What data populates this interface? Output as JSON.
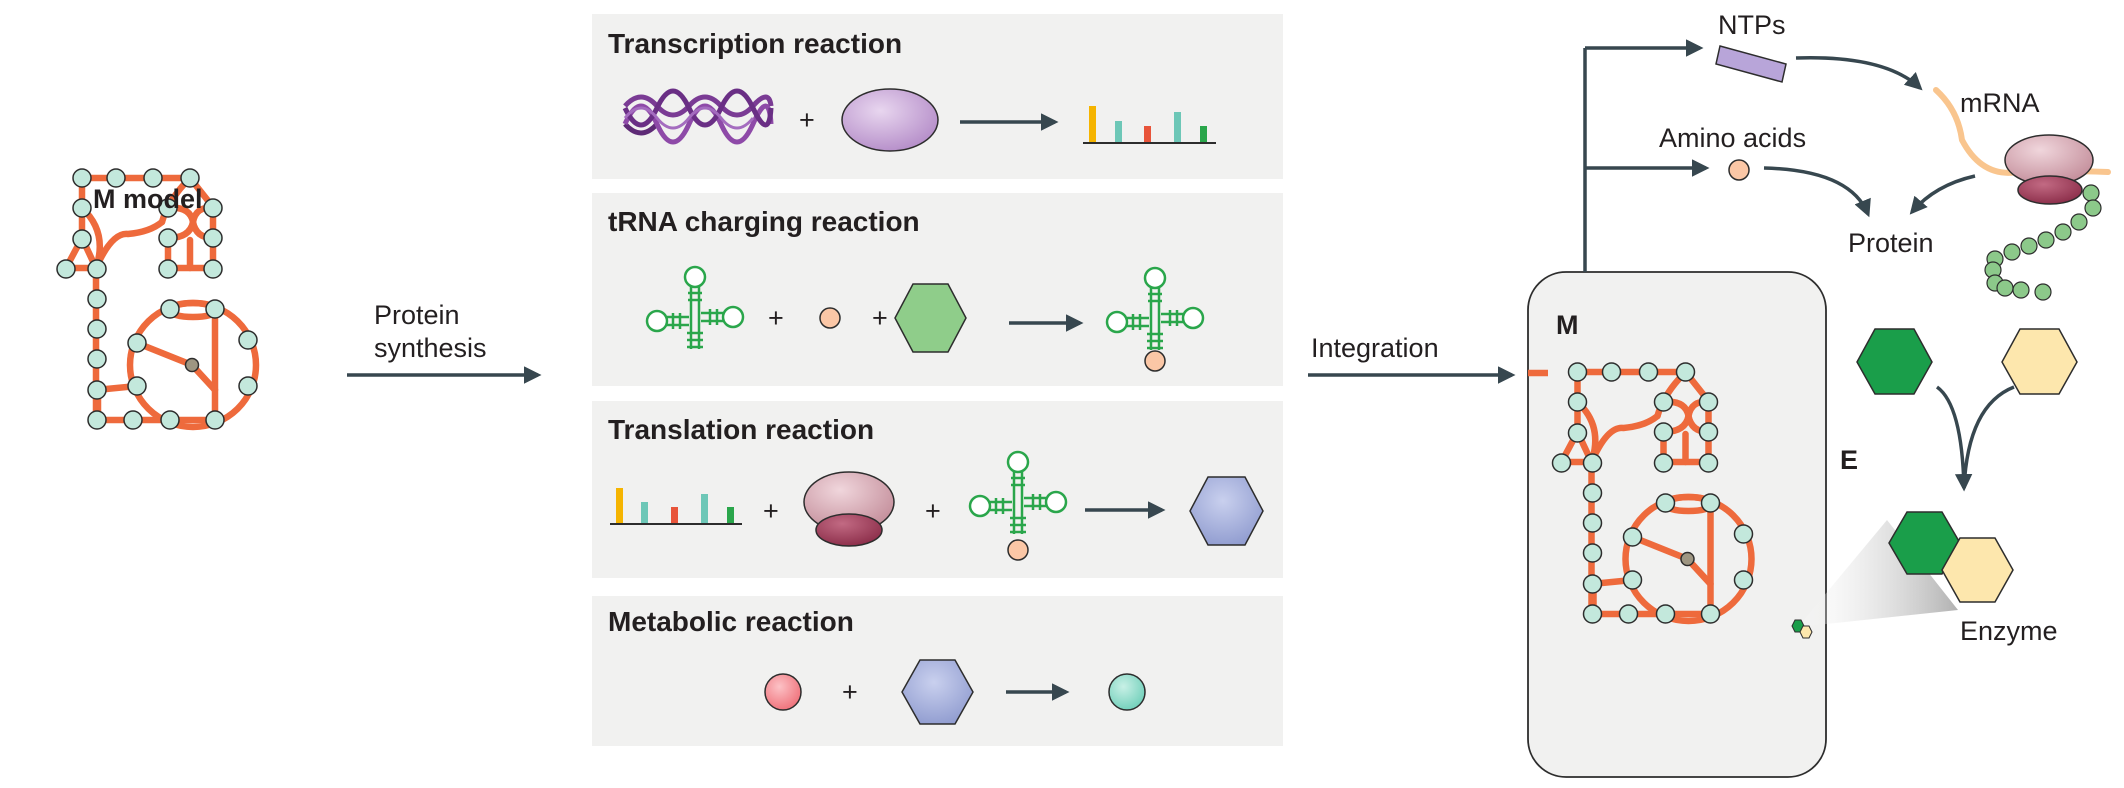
{
  "m_model": {
    "title": "M model"
  },
  "arrow_protein_synthesis": {
    "line1": "Protein",
    "line2": "synthesis"
  },
  "reactions": {
    "transcription": {
      "title": "Transcription reaction"
    },
    "trna_charging": {
      "title": "tRNA charging reaction"
    },
    "translation": {
      "title": "Translation reaction"
    },
    "metabolic": {
      "title": "Metabolic reaction"
    },
    "plus_sign": "+"
  },
  "integration": {
    "label": "Integration"
  },
  "me_model": {
    "m_label": "M",
    "e_label": "E"
  },
  "expression": {
    "ntps": "NTPs",
    "amino_acids": "Amino acids",
    "mrna": "mRNA",
    "protein": "Protein",
    "enzyme": "Enzyme"
  },
  "colors": {
    "network_edge": "#ee6a3c",
    "metabolite_node": "#c3e8dc",
    "node_outline": "#2d2d2d",
    "reaction_panel_bg": "#f1f1f0",
    "arrow": "#37474f",
    "trna": "#2aa64b",
    "enzyme_green": "#1a9e4a",
    "enzyme_yellow": "#fde7ad",
    "ribosome_top": "#d7a6b1",
    "ribosome_bottom": "#9b3b57",
    "rna_polymerase": "#c9a4d9",
    "metabolic_hexagon": "#aab4dc",
    "dna": "#7a3b94",
    "mrna": "#f9c58e"
  }
}
